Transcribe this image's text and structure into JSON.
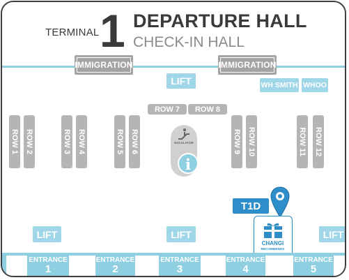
{
  "header": {
    "terminal_label": "TERMINAL",
    "terminal_number": "1",
    "title": "DEPARTURE HALL",
    "subtitle": "CHECK-IN HALL"
  },
  "immigration": [
    "IMMIGRATION",
    "IMMIGRATION"
  ],
  "lifts": [
    "LIFT",
    "LIFT",
    "LIFT",
    "LIFT"
  ],
  "shops": [
    "WH SMITH",
    "WHOO"
  ],
  "row_tags": [
    "ROW 7",
    "ROW 8"
  ],
  "rows": [
    "ROW 1",
    "ROW 2",
    "ROW 3",
    "ROW 4",
    "ROW 5",
    "ROW 6",
    "ROW 9",
    "ROW 10",
    "ROW 11",
    "ROW 12"
  ],
  "escalator_label": "ESCALATOR",
  "info_symbol": "i",
  "marker_label": "T1D",
  "changi": {
    "name": "CHANGI",
    "tagline": "RECOMMENDS"
  },
  "entrances": [
    {
      "label": "ENTRANCE",
      "number": "1"
    },
    {
      "label": "ENTRANCE",
      "number": "2"
    },
    {
      "label": "ENTRANCE",
      "number": "3"
    },
    {
      "label": "ENTRANCE",
      "number": "4"
    },
    {
      "label": "ENTRANCE",
      "number": "5"
    }
  ],
  "colors": {
    "accent_blue": "#8fcfe2",
    "marker_blue": "#2d8ec9",
    "row_grey": "#b5b5b5",
    "text_dark": "#3a3a3a"
  }
}
